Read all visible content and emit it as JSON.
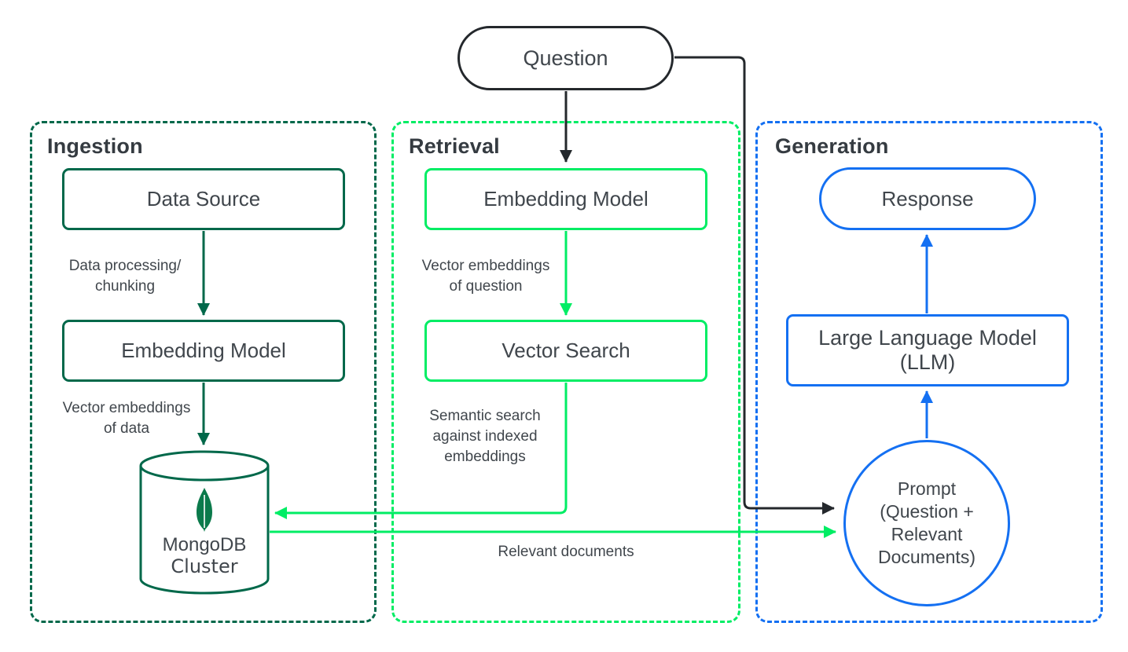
{
  "question": {
    "label": "Question"
  },
  "sections": {
    "ingestion": {
      "title": "Ingestion",
      "nodes": {
        "data_source": "Data Source",
        "embedding_model": "Embedding Model",
        "cluster_line1": "MongoDB",
        "cluster_line2": "Cluster"
      },
      "edge_labels": {
        "processing": "Data processing/\nchunking",
        "embeddings": "Vector embeddings\nof data"
      }
    },
    "retrieval": {
      "title": "Retrieval",
      "nodes": {
        "embedding_model": "Embedding Model",
        "vector_search": "Vector Search"
      },
      "edge_labels": {
        "embeddings": "Vector embeddings\nof question",
        "semantic": "Semantic search\nagainst indexed\nembeddings",
        "relevant_docs": "Relevant documents"
      }
    },
    "generation": {
      "title": "Generation",
      "nodes": {
        "response": "Response",
        "llm": "Large Language Model (LLM)",
        "prompt": "Prompt\n(Question +\nRelevant\nDocuments)"
      }
    }
  },
  "colors": {
    "black_line": "#24282C",
    "dark_green": "#00684A",
    "bright_green": "#00ED64",
    "blue": "#1470F2",
    "leaf_green": "#0B7A4B",
    "text": "#40464C",
    "title": "#353B41",
    "background": "#FFFFFF"
  }
}
